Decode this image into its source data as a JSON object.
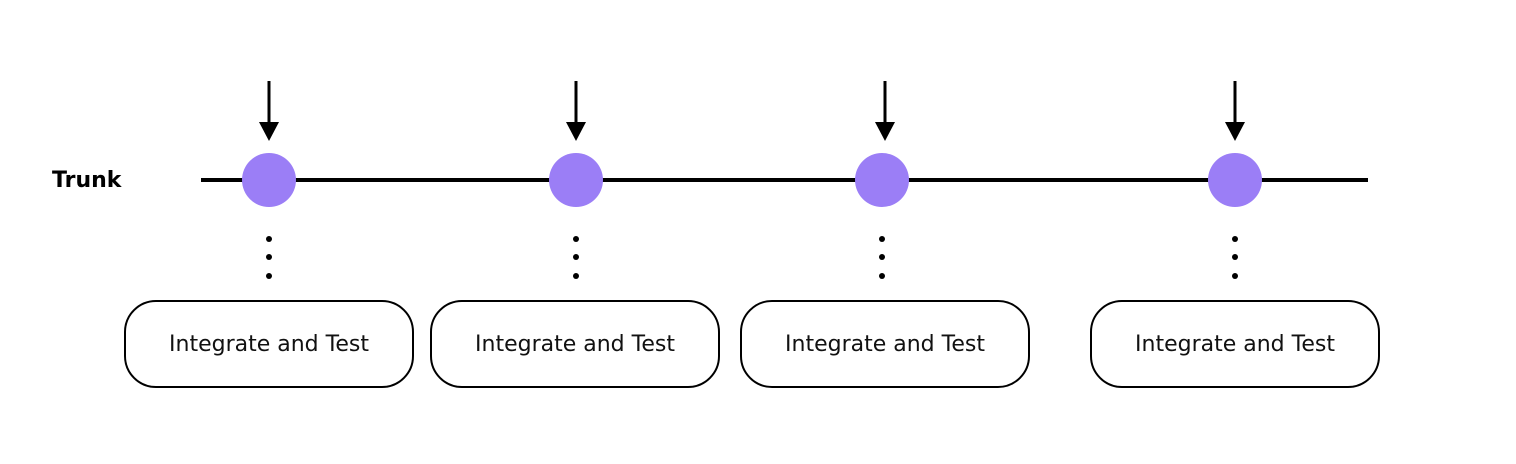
{
  "trunk": {
    "label": "Trunk",
    "line_color": "#000000",
    "commit_color": "#9b7ef6",
    "commit_count": 4
  },
  "steps": [
    {
      "label": "Integrate and Test",
      "icon": "down-arrow-icon"
    },
    {
      "label": "Integrate and Test",
      "icon": "down-arrow-icon"
    },
    {
      "label": "Integrate and Test",
      "icon": "down-arrow-icon"
    },
    {
      "label": "Integrate and Test",
      "icon": "down-arrow-icon"
    }
  ]
}
